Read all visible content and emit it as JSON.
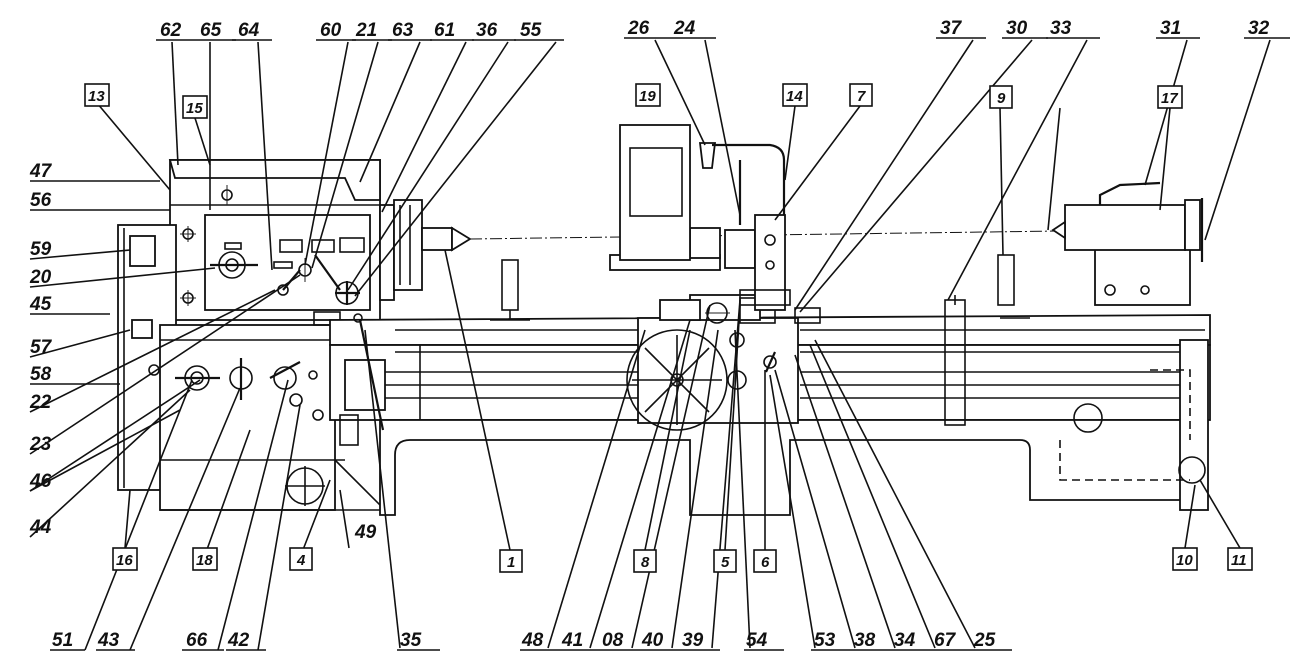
{
  "callouts": {
    "c62": "62",
    "c65": "65",
    "c64": "64",
    "c60": "60",
    "c21": "21",
    "c63": "63",
    "c61": "61",
    "c36": "36",
    "c55": "55",
    "c26": "26",
    "c24": "24",
    "c37": "37",
    "c30": "30",
    "c33": "33",
    "c31": "31",
    "c32": "32",
    "c47": "47",
    "c56": "56",
    "c59": "59",
    "c20": "20",
    "c45": "45",
    "c57": "57",
    "c58": "58",
    "c22": "22",
    "c23": "23",
    "c46": "46",
    "c44": "44",
    "c51": "51",
    "c43": "43",
    "c66": "66",
    "c42": "42",
    "c35": "35",
    "c48": "48",
    "c41": "41",
    "c08": "08",
    "c40": "40",
    "c39": "39",
    "c54": "54",
    "c53": "53",
    "c38": "38",
    "c34": "34",
    "c67": "67",
    "c25": "25",
    "c49": "49"
  },
  "boxed": {
    "b13": "13",
    "b15": "15",
    "b19": "19",
    "b14": "14",
    "b7": "7",
    "b9": "9",
    "b17": "17",
    "b16": "16",
    "b18": "18",
    "b4": "4",
    "b1": "1",
    "b8": "8",
    "b5": "5",
    "b6": "6",
    "b10": "10",
    "b11": "11"
  }
}
